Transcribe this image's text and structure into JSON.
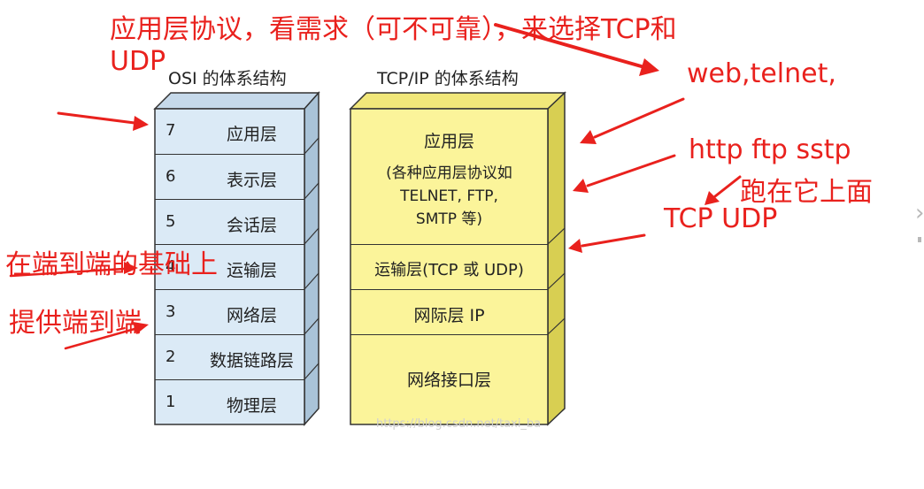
{
  "osi": {
    "title": "OSI 的体系结构",
    "layers": [
      {
        "num": "7",
        "name": "应用层"
      },
      {
        "num": "6",
        "name": "表示层"
      },
      {
        "num": "5",
        "name": "会话层"
      },
      {
        "num": "4",
        "name": "运输层"
      },
      {
        "num": "3",
        "name": "网络层"
      },
      {
        "num": "2",
        "name": "数据链路层"
      },
      {
        "num": "1",
        "name": "物理层"
      }
    ]
  },
  "tcpip": {
    "title": "TCP/IP 的体系结构",
    "layers": [
      {
        "name": "应用层",
        "desc": [
          "(各种应用层协议如",
          "TELNET, FTP,",
          "SMTP 等)"
        ]
      },
      {
        "name": "运输层(TCP 或 UDP)"
      },
      {
        "name": "网际层 IP"
      },
      {
        "name": "网络接口层"
      }
    ]
  },
  "annotations": {
    "top_line1": "应用层协议，看需求（可不可靠），来选择TCP和",
    "top_line2": "UDP",
    "web": "web,telnet,",
    "http": "http ftp sstp",
    "runs_on": "跑在它上面",
    "tcp_udp": "TCP UDP",
    "end_to_end_base": "在端到端的基础上",
    "provide_end_to_end": "提供端到端"
  },
  "watermark": "https://blog.csdn.net/taxi_ba",
  "colors": {
    "osi_fill": "#dbeaf6",
    "osi_side": "#a9c3d8",
    "tcp_fill": "#fbf49a",
    "tcp_side": "#d8cf52",
    "annotation_red": "#e9211d"
  }
}
